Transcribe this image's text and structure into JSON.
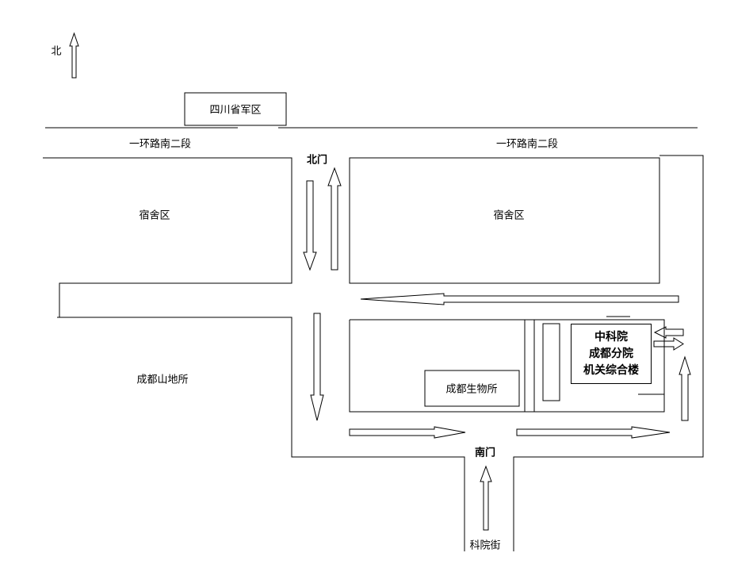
{
  "north_label": "北",
  "landmarks": {
    "military": "四川省军区",
    "road_west": "一环路南二段",
    "road_east": "一环路南二段",
    "dorm_west": "宿舍区",
    "dorm_east": "宿舍区",
    "mountain_institute": "成都山地所",
    "bio_institute": "成都生物所",
    "north_gate": "北门",
    "south_gate": "南门",
    "street": "科院街"
  },
  "building": {
    "line1": "中科院",
    "line2": "成都分院",
    "line3": "机关综合楼"
  }
}
